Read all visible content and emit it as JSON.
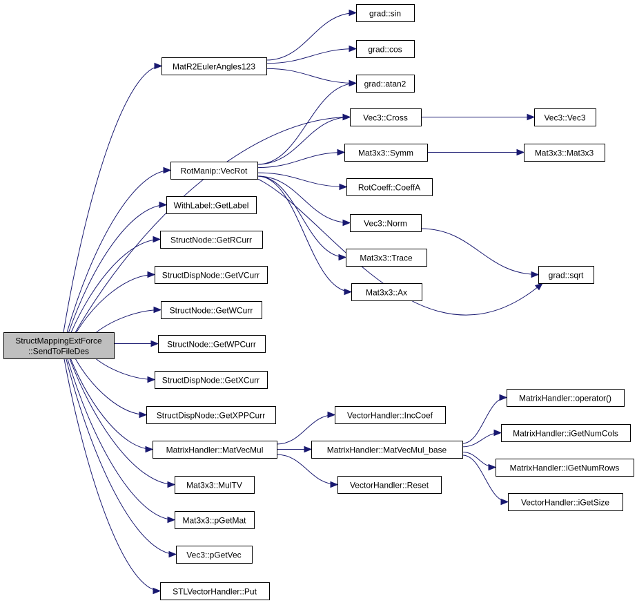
{
  "graph": {
    "root": {
      "id": "root",
      "lines": [
        "StructMappingExtForce",
        "::SendToFileDes"
      ]
    },
    "nodes": [
      {
        "id": "mat2euler",
        "label": "MatR2EulerAngles123"
      },
      {
        "id": "gsin",
        "label": "grad::sin"
      },
      {
        "id": "gcos",
        "label": "grad::cos"
      },
      {
        "id": "gatan2",
        "label": "grad::atan2"
      },
      {
        "id": "vcross",
        "label": "Vec3::Cross"
      },
      {
        "id": "vvec3",
        "label": "Vec3::Vec3"
      },
      {
        "id": "rotmanip",
        "label": "RotManip::VecRot"
      },
      {
        "id": "msymm",
        "label": "Mat3x3::Symm"
      },
      {
        "id": "mmat3x3",
        "label": "Mat3x3::Mat3x3"
      },
      {
        "id": "rotcoeff",
        "label": "RotCoeff::CoeffA"
      },
      {
        "id": "withlabel",
        "label": "WithLabel::GetLabel"
      },
      {
        "id": "vnorm",
        "label": "Vec3::Norm"
      },
      {
        "id": "getrcurr",
        "label": "StructNode::GetRCurr"
      },
      {
        "id": "mtrace",
        "label": "Mat3x3::Trace"
      },
      {
        "id": "gsqrt",
        "label": "grad::sqrt"
      },
      {
        "id": "getvcurr",
        "label": "StructDispNode::GetVCurr"
      },
      {
        "id": "max",
        "label": "Mat3x3::Ax"
      },
      {
        "id": "getwcurr",
        "label": "StructNode::GetWCurr"
      },
      {
        "id": "getwpcurr",
        "label": "StructNode::GetWPCurr"
      },
      {
        "id": "getxcurr",
        "label": "StructDispNode::GetXCurr"
      },
      {
        "id": "getxppcurr",
        "label": "StructDispNode::GetXPPCurr"
      },
      {
        "id": "inccoef",
        "label": "VectorHandler::IncCoef"
      },
      {
        "id": "mhoperator",
        "label": "MatrixHandler::operator()"
      },
      {
        "id": "matvecmul",
        "label": "MatrixHandler::MatVecMul"
      },
      {
        "id": "matvecmulbase",
        "label": "MatrixHandler::MatVecMul_base"
      },
      {
        "id": "getnumcols",
        "label": "MatrixHandler::iGetNumCols"
      },
      {
        "id": "getnumrows",
        "label": "MatrixHandler::iGetNumRows"
      },
      {
        "id": "vhreset",
        "label": "VectorHandler::Reset"
      },
      {
        "id": "getsize",
        "label": "VectorHandler::iGetSize"
      },
      {
        "id": "multv",
        "label": "Mat3x3::MulTV"
      },
      {
        "id": "pgetmat",
        "label": "Mat3x3::pGetMat"
      },
      {
        "id": "pgetvec",
        "label": "Vec3::pGetVec"
      },
      {
        "id": "stlput",
        "label": "STLVectorHandler::Put"
      }
    ],
    "edges": [
      [
        "root",
        "mat2euler"
      ],
      [
        "root",
        "vcross"
      ],
      [
        "root",
        "rotmanip"
      ],
      [
        "root",
        "withlabel"
      ],
      [
        "root",
        "getrcurr"
      ],
      [
        "root",
        "getvcurr"
      ],
      [
        "root",
        "getwcurr"
      ],
      [
        "root",
        "getwpcurr"
      ],
      [
        "root",
        "getxcurr"
      ],
      [
        "root",
        "getxppcurr"
      ],
      [
        "root",
        "matvecmul"
      ],
      [
        "root",
        "multv"
      ],
      [
        "root",
        "pgetmat"
      ],
      [
        "root",
        "pgetvec"
      ],
      [
        "root",
        "stlput"
      ],
      [
        "mat2euler",
        "gsin"
      ],
      [
        "mat2euler",
        "gcos"
      ],
      [
        "mat2euler",
        "gatan2"
      ],
      [
        "rotmanip",
        "gatan2"
      ],
      [
        "rotmanip",
        "vcross"
      ],
      [
        "rotmanip",
        "msymm"
      ],
      [
        "rotmanip",
        "rotcoeff"
      ],
      [
        "rotmanip",
        "vnorm"
      ],
      [
        "rotmanip",
        "mtrace"
      ],
      [
        "rotmanip",
        "max"
      ],
      [
        "rotmanip",
        "gsqrt"
      ],
      [
        "vcross",
        "vvec3"
      ],
      [
        "msymm",
        "mmat3x3"
      ],
      [
        "vnorm",
        "gsqrt"
      ],
      [
        "matvecmul",
        "inccoef"
      ],
      [
        "matvecmul",
        "matvecmulbase"
      ],
      [
        "matvecmul",
        "vhreset"
      ],
      [
        "matvecmulbase",
        "mhoperator"
      ],
      [
        "matvecmulbase",
        "getnumcols"
      ],
      [
        "matvecmulbase",
        "getnumrows"
      ],
      [
        "matvecmulbase",
        "getsize"
      ]
    ]
  }
}
